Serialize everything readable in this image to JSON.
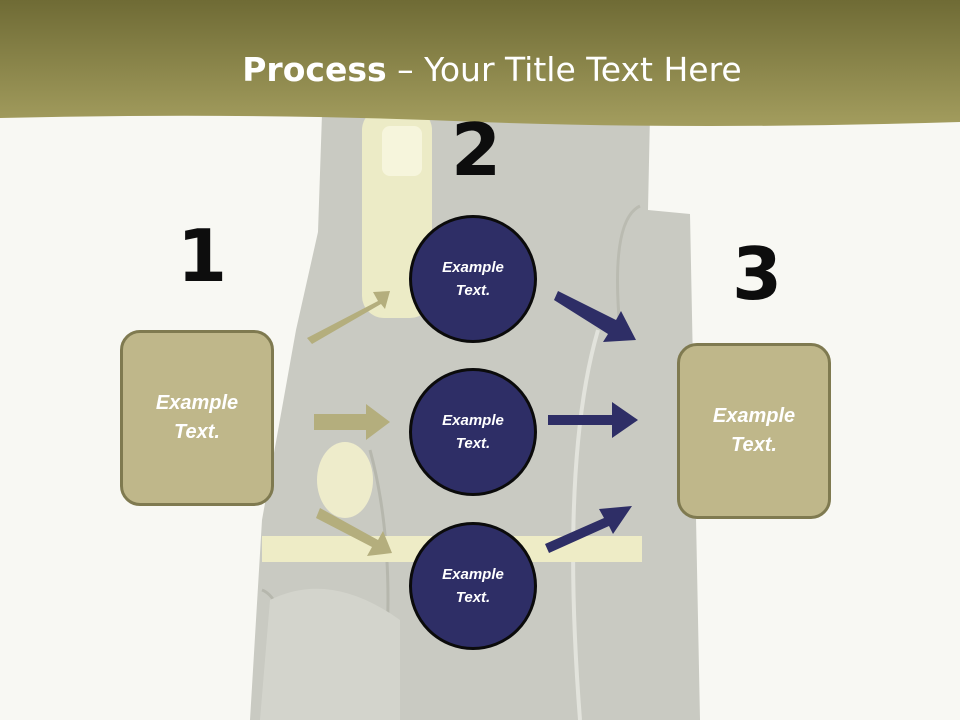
{
  "title": {
    "bold": "Process",
    "rest": " – Your Title Text Here"
  },
  "steps": [
    {
      "number": "1",
      "box_text": "Example Text."
    },
    {
      "number": "2",
      "circles": [
        "Example Text.",
        "Example Text.",
        "Example Text."
      ]
    },
    {
      "number": "3",
      "box_text": "Example Text."
    }
  ],
  "colors": {
    "header_band": "#8b8545",
    "tan_box": "#bfb78a",
    "tan_arrow": "#b4ae7d",
    "navy": "#2e2e66",
    "bag_background": "#c8c9c1"
  }
}
